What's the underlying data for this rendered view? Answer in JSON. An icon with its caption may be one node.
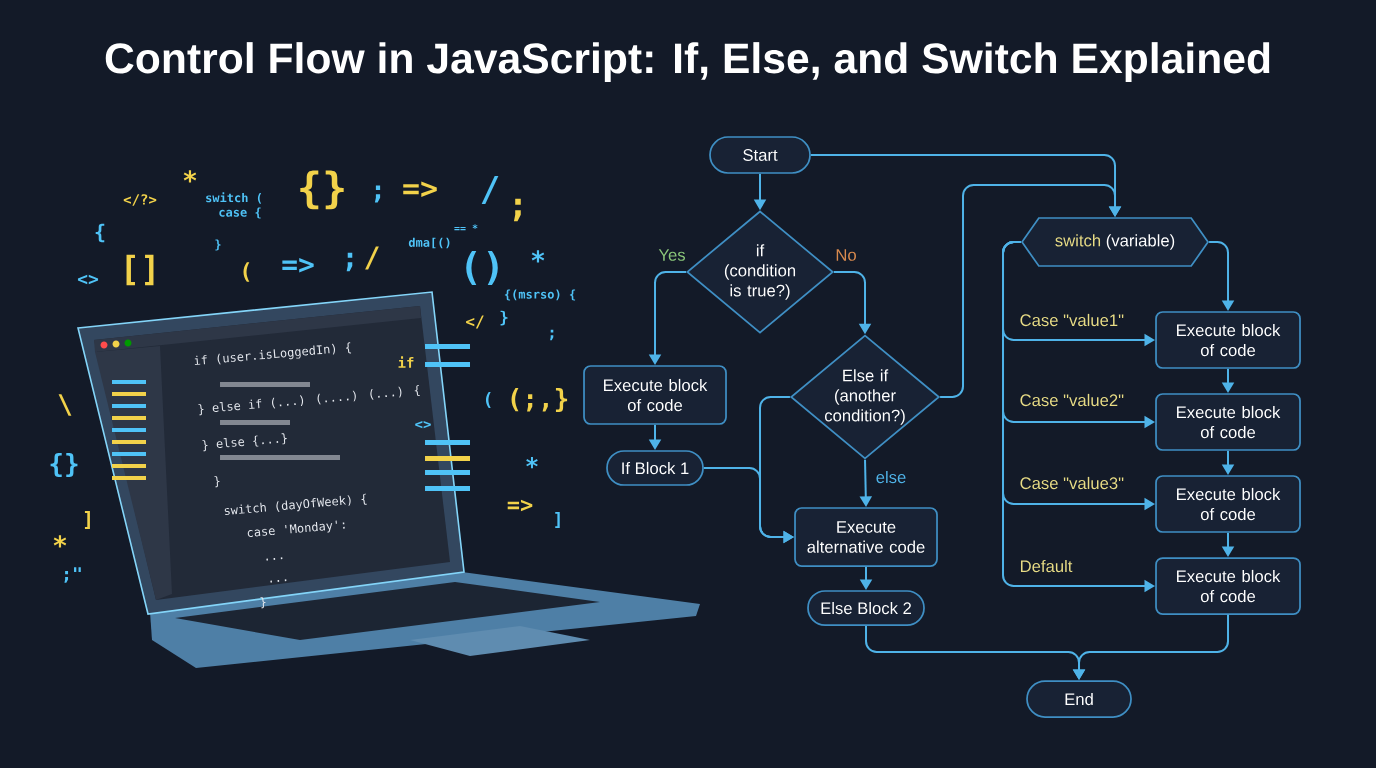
{
  "diagram": {
    "title": "Control Flow in JavaScript: If, Else, and Switch Explained",
    "nodes": [
      {
        "text": [
          "Start"
        ]
      },
      {
        "text": [
          "if (condition is true?)"
        ]
      },
      {
        "text": [
          "Execute block of code"
        ]
      },
      {
        "text": [
          "If Block 1"
        ]
      },
      {
        "text": [
          "Else if (another condition?)"
        ]
      },
      {
        "text": [
          "Execute alternative code"
        ]
      },
      {
        "text": [
          "Else Block 2"
        ]
      },
      {
        "text": [
          "switch",
          "(variable)"
        ]
      },
      {
        "text": [
          "Execute block of code"
        ]
      },
      {
        "text": [
          "Execute block of code"
        ]
      },
      {
        "text": [
          "Execute block of code"
        ]
      },
      {
        "text": [
          "Execute block of code"
        ]
      },
      {
        "text": [
          "End"
        ]
      }
    ],
    "edges": [
      {
        "from": 0,
        "to": 1,
        "arrow": "to"
      },
      {
        "from": 1,
        "to": 2,
        "arrow": "to",
        "label": "Yes"
      },
      {
        "from": 1,
        "to": 4,
        "arrow": "to",
        "label": "No"
      },
      {
        "from": 2,
        "to": 3,
        "arrow": "to"
      },
      {
        "from": 3,
        "to": 5,
        "arrow": "to"
      },
      {
        "from": 4,
        "to": 5,
        "arrow": "to"
      },
      {
        "from": 4,
        "to": 5,
        "arrow": "to",
        "label": "else"
      },
      {
        "from": 4,
        "to": 7,
        "arrow": "to"
      },
      {
        "from": 0,
        "to": 7,
        "arrow": "to"
      },
      {
        "from": 7,
        "to": 8,
        "arrow": "to"
      },
      {
        "from": 7,
        "to": 8,
        "arrow": "to",
        "label": "Case \"value1\""
      },
      {
        "from": 7,
        "to": 9,
        "arrow": "to",
        "label": "Case \"value2\""
      },
      {
        "from": 7,
        "to": 10,
        "arrow": "to",
        "label": "Case \"value3\""
      },
      {
        "from": 7,
        "to": 11,
        "arrow": "to",
        "label": "Default"
      },
      {
        "from": 8,
        "to": 9,
        "arrow": "to"
      },
      {
        "from": 9,
        "to": 10,
        "arrow": "to"
      },
      {
        "from": 10,
        "to": 11,
        "arrow": "to"
      },
      {
        "from": 11,
        "to": 12,
        "arrow": "to"
      },
      {
        "from": 6,
        "to": 12,
        "arrow": "to"
      },
      {
        "from": 5,
        "to": 6,
        "arrow": "to"
      }
    ],
    "labels": [
      "</?>",
      "*",
      "switch (",
      "case {",
      "{}",
      ";",
      "=>",
      "/",
      ";",
      "{",
      "}",
      "dma[()",
      "== *",
      "<>",
      "[]",
      "(",
      "=>",
      ";",
      "/",
      "()",
      "*",
      "{(msrso) {",
      "</",
      "}",
      ";",
      "if (user.isLoggedIn) {",
      "if",
      "\\",
      "} else if (...) (....) (...) {",
      "(",
      "(;,}",
      "<>",
      "} else {...}",
      "{}",
      "}",
      "*",
      "]",
      "switch (dayOfWeek) {",
      "=>",
      "]",
      "*",
      "case 'Monday':",
      "...",
      ";\"",
      "...",
      "}"
    ]
  }
}
